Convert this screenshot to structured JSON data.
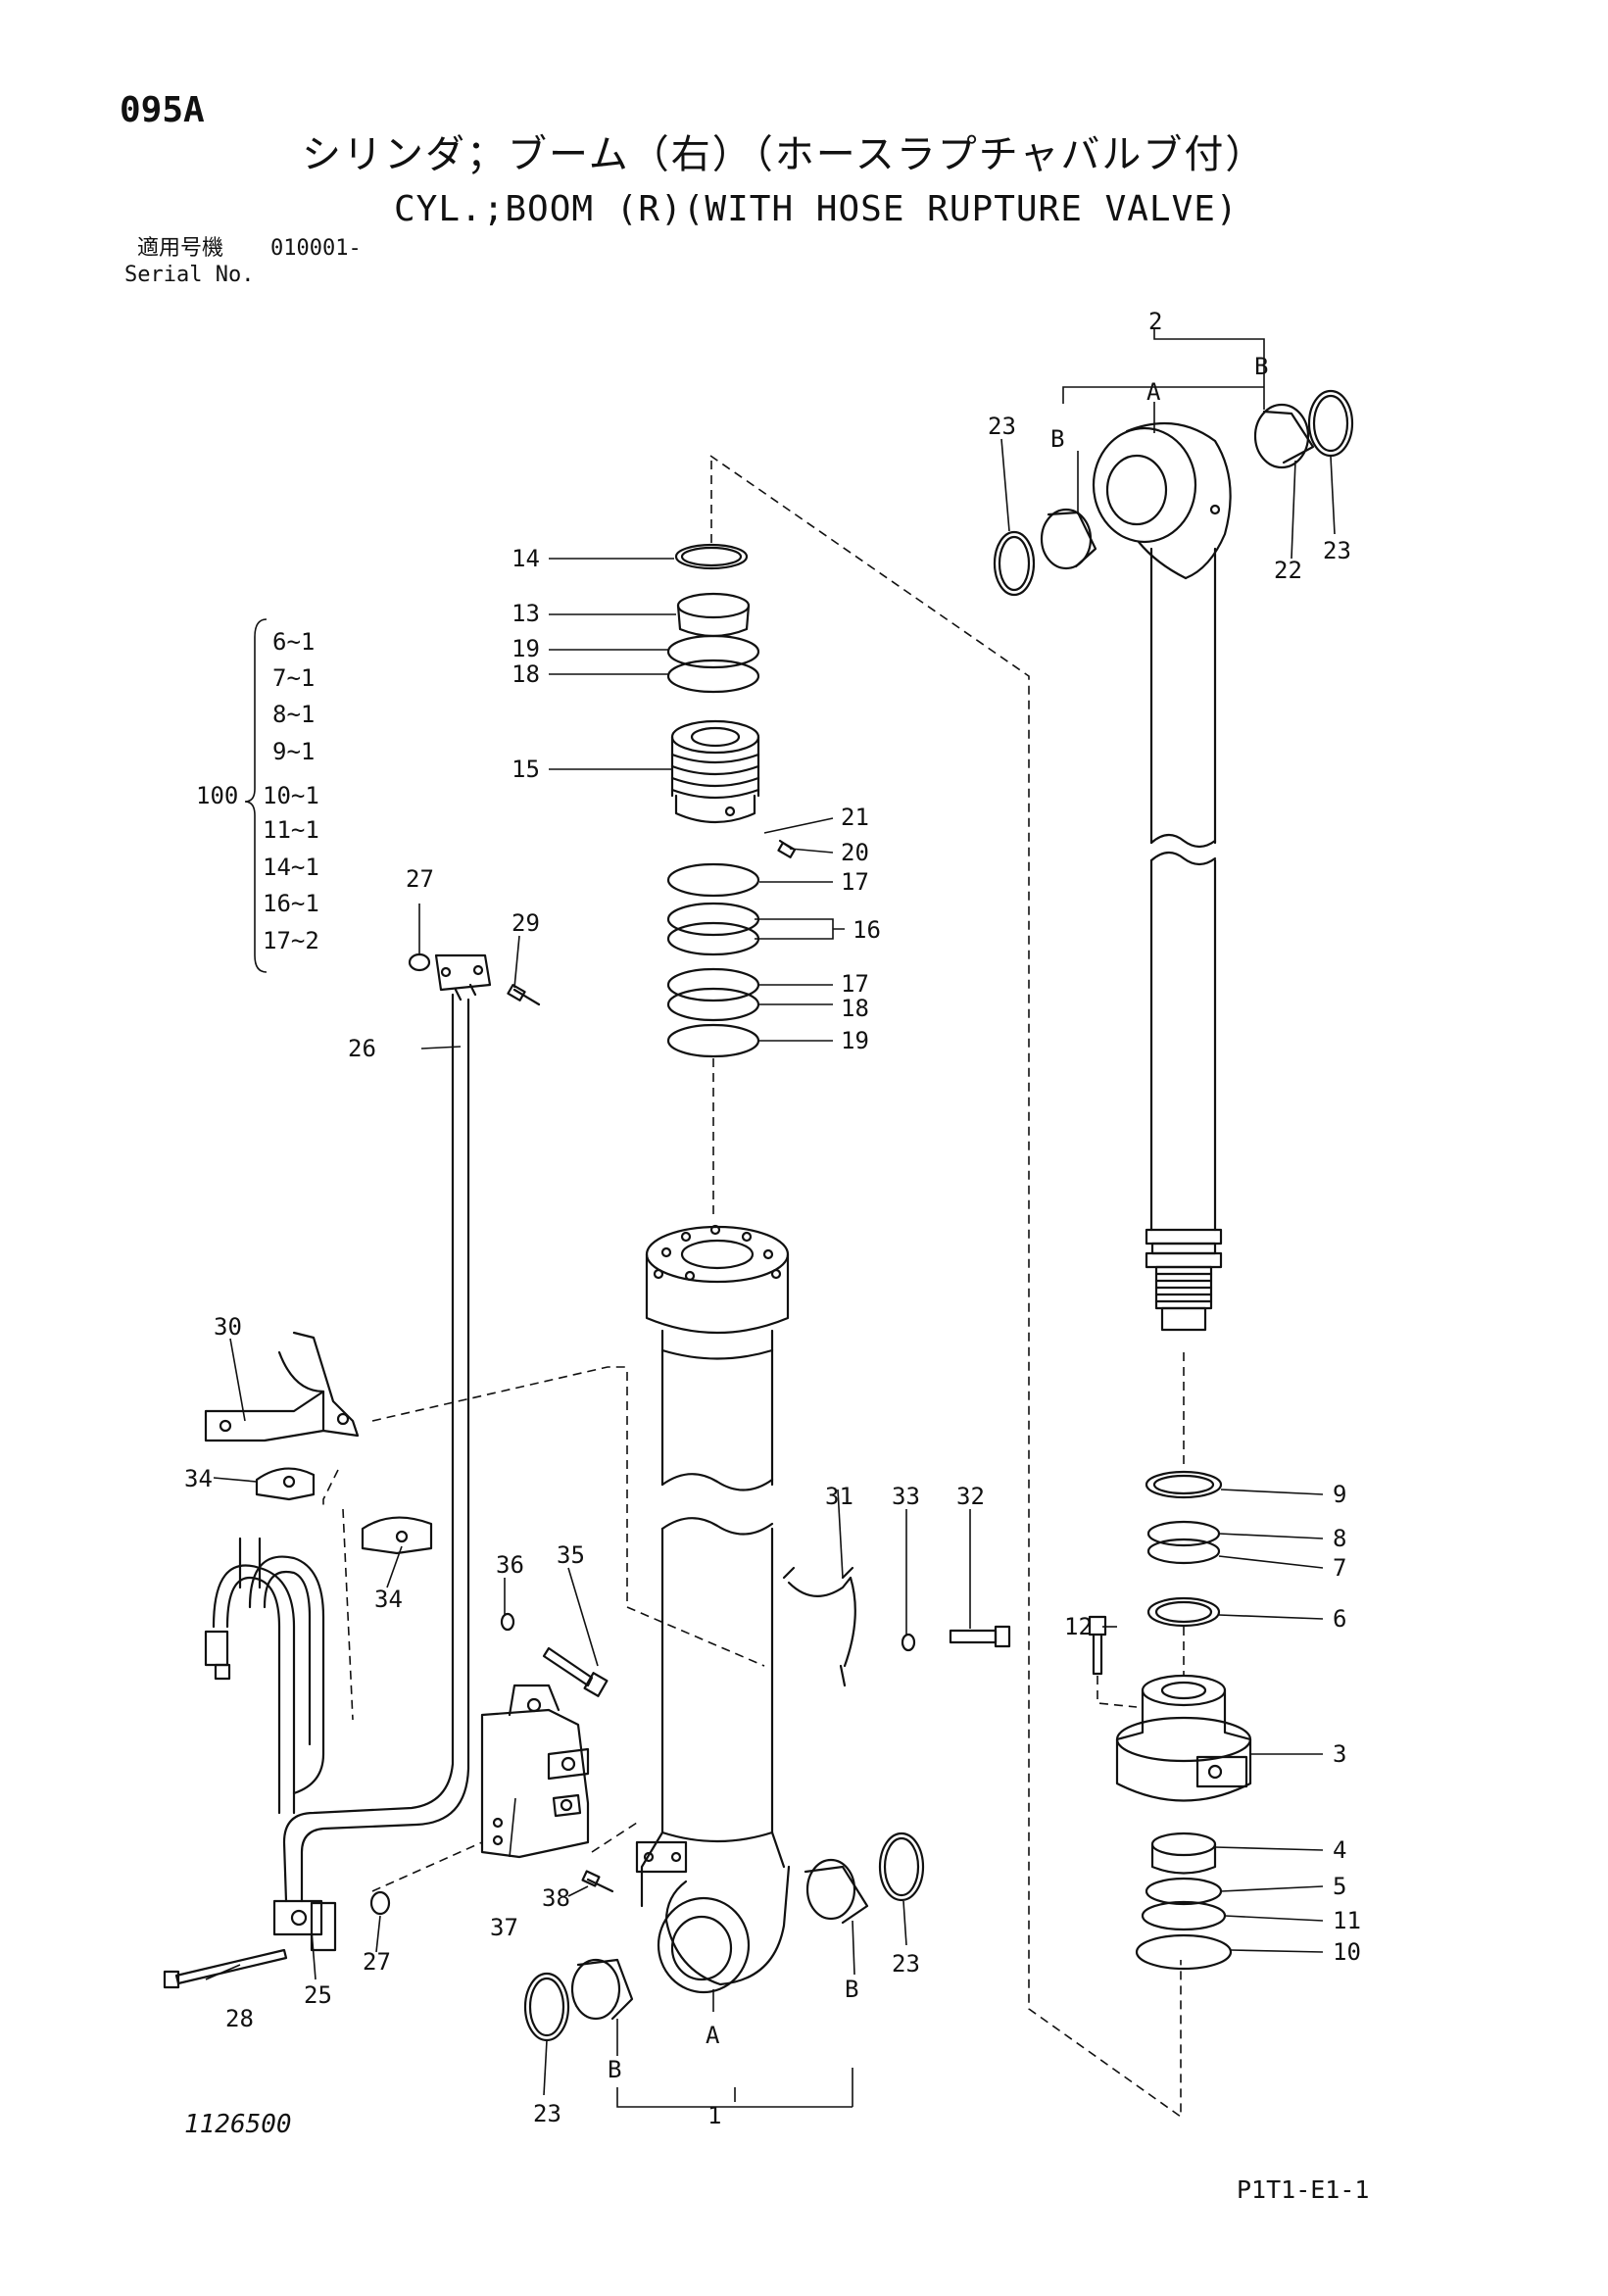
{
  "header": {
    "page_code": "095A",
    "title_jp": "シリンダ；ブーム（右）（ホースラプチャバルブ付）",
    "title_en": "CYL.;BOOM (R)(WITH HOSE RUPTURE VALVE)",
    "serial_label_jp": "適用号機",
    "serial_value": "010001-",
    "serial_label_en": "Serial No."
  },
  "footer": {
    "drawing_number": "1126500",
    "page_reference": "P1T1-E1-1"
  },
  "kit": {
    "label": "100",
    "items": [
      "6~1",
      "7~1",
      "8~1",
      "9~1",
      "10~1",
      "11~1",
      "14~1",
      "16~1",
      "17~2"
    ]
  },
  "callouts": {
    "c1": "1",
    "c2": "2",
    "c3": "3",
    "c4": "4",
    "c5": "5",
    "c6": "6",
    "c7": "7",
    "c8": "8",
    "c9": "9",
    "c10": "10",
    "c11": "11",
    "c12": "12",
    "c13": "13",
    "c14": "14",
    "c15": "15",
    "c16": "16",
    "c17a": "17",
    "c17b": "17",
    "c18a": "18",
    "c18b": "18",
    "c19a": "19",
    "c19b": "19",
    "c20": "20",
    "c21": "21",
    "c22": "22",
    "c23a": "23",
    "c23b": "23",
    "c23c": "23",
    "c23d": "23",
    "c25": "25",
    "c26": "26",
    "c27a": "27",
    "c27b": "27",
    "c28": "28",
    "c29": "29",
    "c30": "30",
    "c31": "31",
    "c32": "32",
    "c33": "33",
    "c34a": "34",
    "c34b": "34",
    "c35": "35",
    "c36": "36",
    "c37": "37",
    "c38": "38",
    "a_top": "A",
    "b_top_left": "B",
    "b_top_right": "B",
    "a_bottom": "A",
    "b_bottom_left": "B",
    "b_bottom_right": "B"
  }
}
